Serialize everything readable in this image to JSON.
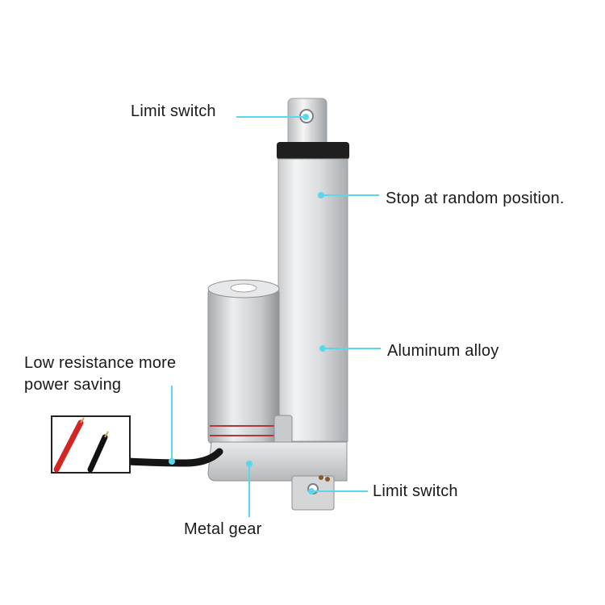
{
  "accent_color": "#5ad7ea",
  "callouts": {
    "limit_switch_top": "Limit switch",
    "stop_position": "Stop at random position.",
    "aluminum_alloy": "Aluminum alloy",
    "low_resistance_line1": "Low resistance more",
    "low_resistance_line2": "power saving",
    "limit_switch_bottom": "Limit switch",
    "metal_gear": "Metal gear"
  },
  "product": {
    "name": "linear-actuator",
    "parts": [
      "extension-rod",
      "aluminum-housing",
      "dc-motor",
      "gearbox",
      "power-cable",
      "wire-inset"
    ]
  }
}
